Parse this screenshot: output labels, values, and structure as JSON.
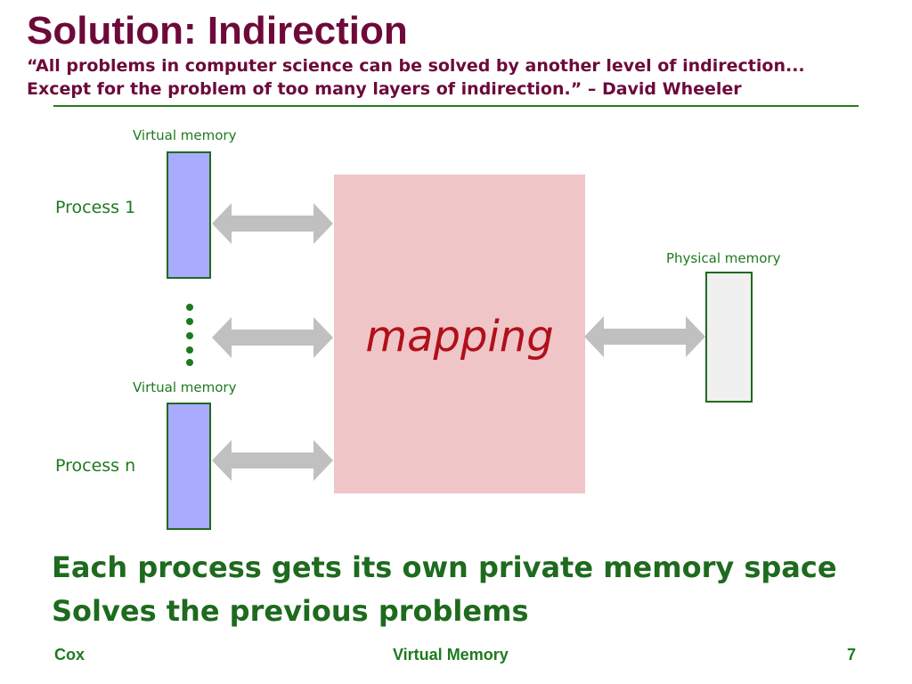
{
  "slide": {
    "title": "Solution: Indirection",
    "quote_line1": "“All problems in computer science can be solved by another level of indirection...",
    "quote_line2": "Except for the problem of too many layers of indirection.” – David Wheeler"
  },
  "diagram": {
    "virtual_memory_label_top": "Virtual memory",
    "virtual_memory_label_bottom": "Virtual memory",
    "process1_label": "Process 1",
    "processn_label": "Process n",
    "physical_memory_label": "Physical memory",
    "mapping_label": "mapping",
    "colors": {
      "virtual_memory_fill": "#a9abff",
      "physical_memory_fill": "#f0f0f0",
      "mapping_fill": "#f0c5c7",
      "arrow_fill": "#c0c0c0",
      "border_green": "#1e6a1e",
      "mapping_text": "#b0101a"
    }
  },
  "bullets": [
    "Each process gets its own private memory space",
    "Solves the previous problems"
  ],
  "footer": {
    "left": "Cox",
    "center": "Virtual Memory",
    "page_number": "7"
  }
}
